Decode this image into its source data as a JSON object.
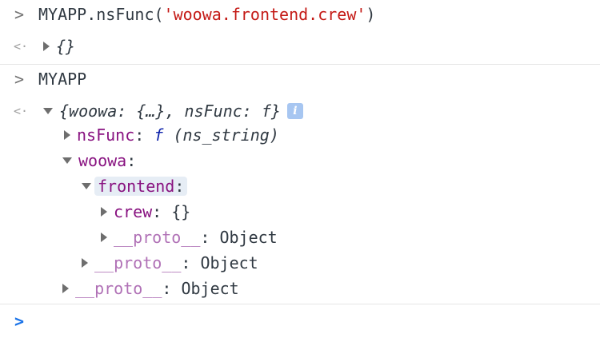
{
  "entries": {
    "cmd1": {
      "prompt": ">",
      "object": "MYAPP",
      "dot_method": ".nsFunc(",
      "arg": "'woowa.frontend.crew'",
      "close": ")"
    },
    "res1": {
      "icon": "<·",
      "value": "{}"
    },
    "cmd2": {
      "prompt": ">",
      "text": "MYAPP"
    },
    "res2": {
      "icon": "<·",
      "summary": "{woowa: {…}, nsFunc: f}",
      "info": "i"
    }
  },
  "tree": {
    "nsfunc": {
      "key": "nsFunc",
      "colon": ":",
      "f": "f",
      "sig": "(ns_string)"
    },
    "woowa": {
      "key": "woowa",
      "colon": ":"
    },
    "frontend": {
      "key": "frontend",
      "colon": ":"
    },
    "crew": {
      "key": "crew",
      "colon": ":",
      "value": "{}"
    },
    "proto_frontend": {
      "key": "__proto__",
      "colon": ":",
      "value": "Object"
    },
    "proto_woowa": {
      "key": "__proto__",
      "colon": ":",
      "value": "Object"
    },
    "proto_root": {
      "key": "__proto__",
      "colon": ":",
      "value": "Object"
    }
  },
  "input": {
    "prompt": ">"
  },
  "colors": {
    "string": "#c41a16",
    "key": "#881280",
    "key_dim": "#b071b6",
    "function": "#0d22aa",
    "prompt_active": "#1a73e8",
    "highlight": "#e6edf5",
    "info_badge": "#a7c6f1"
  }
}
